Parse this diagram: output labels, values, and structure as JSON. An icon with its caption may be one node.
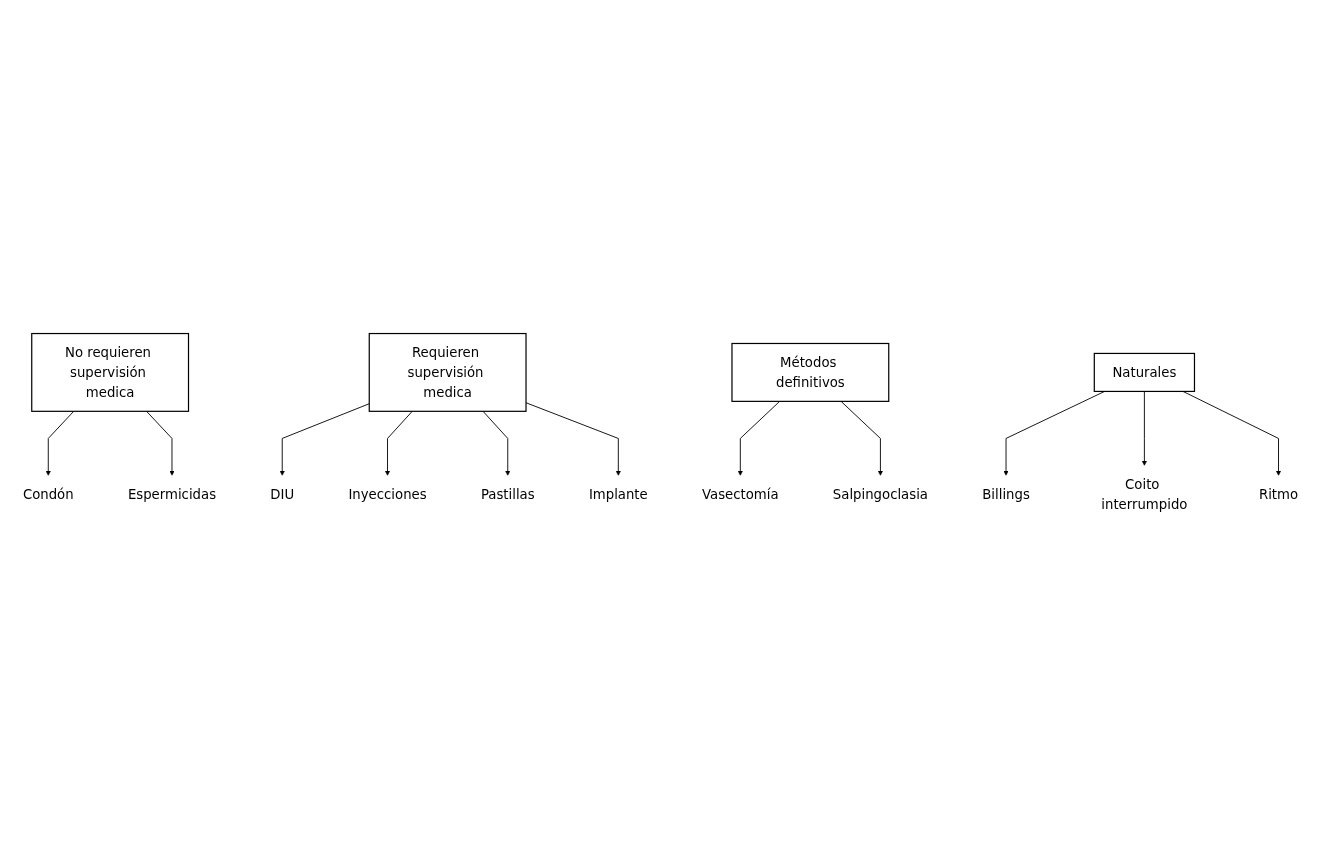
{
  "diagram": {
    "nodes": [
      {
        "text": [
          "No requieren supervisión medica"
        ]
      },
      {
        "text": [
          "Condón"
        ]
      },
      {
        "text": [
          "Espermicidas"
        ]
      },
      {
        "text": [
          "Requieren supervisión medica"
        ]
      },
      {
        "text": [
          "DIU"
        ]
      },
      {
        "text": [
          "Inyecciones"
        ]
      },
      {
        "text": [
          "Pastillas"
        ]
      },
      {
        "text": [
          "Implante"
        ]
      },
      {
        "text": [
          "Métodos definitivos"
        ]
      },
      {
        "text": [
          "Vasectomía"
        ]
      },
      {
        "text": [
          "Salpingoclasia"
        ]
      },
      {
        "text": [
          "Naturales"
        ]
      },
      {
        "text": [
          "Billings"
        ]
      },
      {
        "text": [
          "Coito interrumpido"
        ]
      },
      {
        "text": [
          "Ritmo"
        ]
      }
    ],
    "edges": [
      {
        "from": 0,
        "to": 1,
        "arrow": "to"
      },
      {
        "from": 0,
        "to": 2,
        "arrow": "to"
      },
      {
        "from": 3,
        "to": 4,
        "arrow": "to"
      },
      {
        "from": 3,
        "to": 5,
        "arrow": "to"
      },
      {
        "from": 3,
        "to": 6,
        "arrow": "to"
      },
      {
        "from": 3,
        "to": 7,
        "arrow": "to"
      },
      {
        "from": 8,
        "to": 9,
        "arrow": "to"
      },
      {
        "from": 8,
        "to": 10,
        "arrow": "to"
      },
      {
        "from": 11,
        "to": 12,
        "arrow": "to"
      },
      {
        "from": 11,
        "to": 13,
        "arrow": "to"
      },
      {
        "from": 11,
        "to": 14,
        "arrow": "to"
      }
    ]
  }
}
